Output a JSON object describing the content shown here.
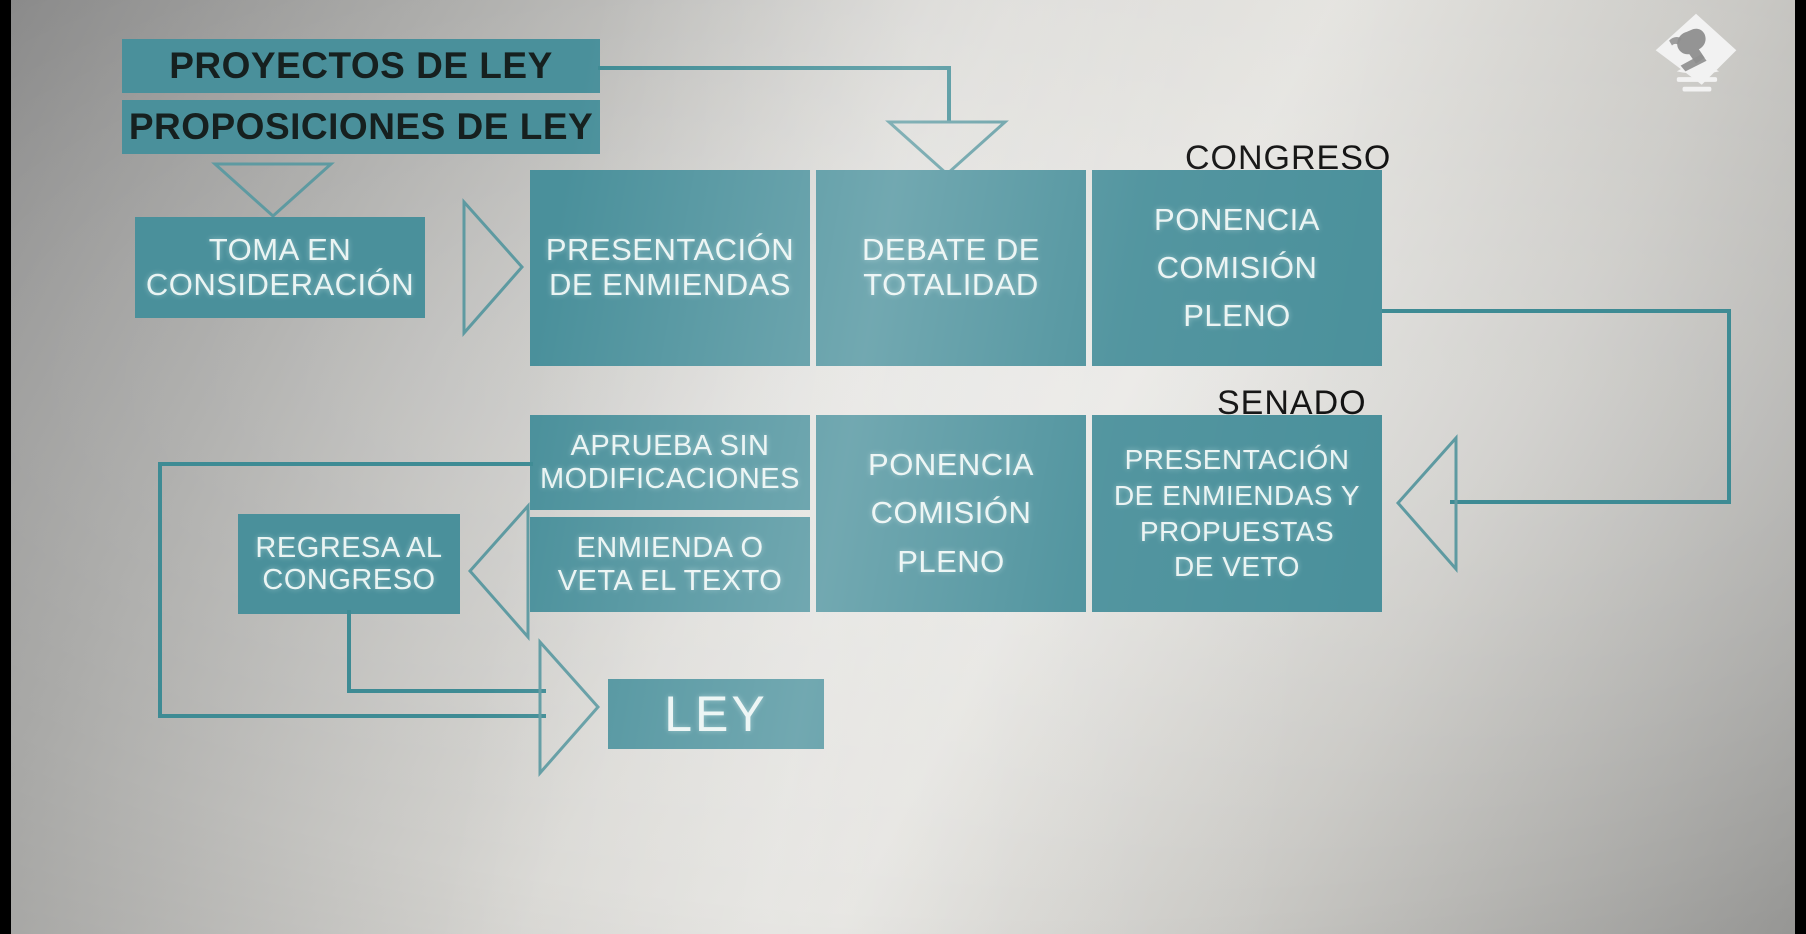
{
  "diagram": {
    "title_boxes": [
      {
        "id": "proyectos",
        "label": "PROYECTOS DE LEY"
      },
      {
        "id": "proposiciones",
        "label": "PROPOSICIONES DE LEY"
      }
    ],
    "section_headers": [
      {
        "id": "congreso",
        "label": "CONGRESO"
      },
      {
        "id": "senado",
        "label": "SENADO"
      }
    ],
    "nodes": [
      {
        "id": "toma",
        "label": "TOMA EN CONSIDERACIÓN"
      },
      {
        "id": "presentacion-enmiendas",
        "label": "PRESENTACIÓN DE ENMIENDAS"
      },
      {
        "id": "debate-totalidad",
        "label": "DEBATE DE TOTALIDAD"
      },
      {
        "id": "ponencia-congreso",
        "label": "PONENCIA COMISIÓN PLENO"
      },
      {
        "id": "aprueba-sin-modificaciones",
        "label": "APRUEBA SIN MODIFICACIONES"
      },
      {
        "id": "enmienda-veta",
        "label": "ENMIENDA O VETA EL TEXTO"
      },
      {
        "id": "ponencia-senado",
        "label": "PONENCIA COMISIÓN PLENO"
      },
      {
        "id": "presentacion-veto",
        "label": "PRESENTACIÓN DE ENMIENDAS Y PROPUESTAS DE VETO"
      },
      {
        "id": "regresa-congreso",
        "label": "REGRESA AL CONGRESO"
      },
      {
        "id": "ley",
        "label": "LEY"
      }
    ],
    "lines": {
      "toma_l1": "TOMA EN",
      "toma_l2": "CONSIDERACIÓN",
      "pres_l1": "PRESENTACIÓN",
      "pres_l2": "DE ENMIENDAS",
      "deb_l1": "DEBATE DE",
      "deb_l2": "TOTALIDAD",
      "poncon_l1": "PONENCIA",
      "poncon_l2": "COMISIÓN",
      "poncon_l3": "PLENO",
      "apru_l1": "APRUEBA SIN",
      "apru_l2": "MODIFICACIONES",
      "enm_l1": "ENMIENDA O",
      "enm_l2": "VETA EL TEXTO",
      "ponsen_l1": "PONENCIA",
      "ponsen_l2": "COMISIÓN",
      "ponsen_l3": "PLENO",
      "veto_l1": "PRESENTACIÓN",
      "veto_l2": "DE ENMIENDAS Y",
      "veto_l3": "PROPUESTAS",
      "veto_l4": "DE VETO",
      "reg_l1": "REGRESA AL",
      "reg_l2": "CONGRESO"
    },
    "colors": {
      "box_fill": "#4a909b",
      "line": "#3e8b94",
      "arrow_stroke": "#5e9aa1",
      "header_text": "#111111",
      "box_text": "#eaf4f3"
    },
    "logo": {
      "name": "gavel-diamond-logo"
    }
  }
}
